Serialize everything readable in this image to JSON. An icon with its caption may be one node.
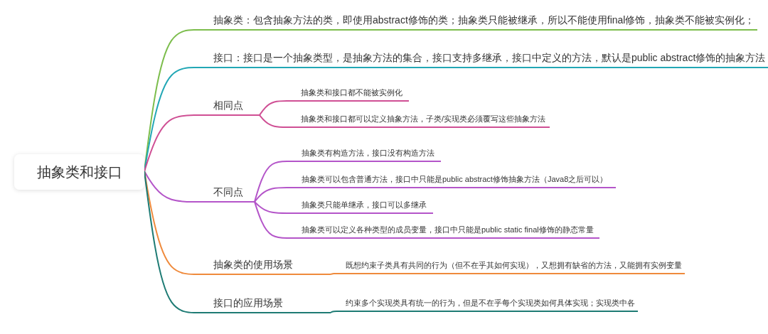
{
  "diagram": {
    "nodes": [
      {
        "text": [
          "抽象类和接口"
        ]
      },
      {
        "text": [
          "抽象类：包含抽象方法的类，即使用abstract修饰的类；抽象类只能被继承，所以不能使用final修饰，抽象类不能被实例化；"
        ]
      },
      {
        "text": [
          "接口：接口是一个抽象类型，是抽象方法的集合，接口支持多继承，接口中定义的方法，默认是public abstract修饰的抽象方法"
        ]
      },
      {
        "text": [
          "相同点"
        ]
      },
      {
        "text": [
          "抽象类和接口都不能被实例化"
        ]
      },
      {
        "text": [
          "抽象类和接口都可以定义抽象方法，子类/实现类必须覆写这些抽象方法"
        ]
      },
      {
        "text": [
          "不同点"
        ]
      },
      {
        "text": [
          "抽象类有构造方法，接口没有构造方法"
        ]
      },
      {
        "text": [
          "抽象类可以包含普通方法，接口中只能是public abstract修饰抽象方法（Java8之后可以）"
        ]
      },
      {
        "text": [
          "抽象类只能单继承，接口可以多继承"
        ]
      },
      {
        "text": [
          "抽象类可以定义各种类型的成员变量，接口中只能是public static final修饰的静态常量"
        ]
      },
      {
        "text": [
          "抽象类的使用场景"
        ]
      },
      {
        "text": [
          "既想约束子类具有共同的行为（但不在乎其如何实现），又想拥有缺省的方法，又能拥有实例变量"
        ]
      },
      {
        "text": [
          "接口的应用场景"
        ]
      },
      {
        "text": [
          "约束多个实现类具有统一的行为，但是不在乎每个实现类如何具体实现；实现类中各"
        ]
      }
    ],
    "edges": [
      {
        "from": 0,
        "to": 1,
        "arrow": "none",
        "color": "#7cbd4c"
      },
      {
        "from": 0,
        "to": 2,
        "arrow": "none",
        "color": "#22a7b5"
      },
      {
        "from": 0,
        "to": 3,
        "arrow": "none",
        "color": "#cf4f94"
      },
      {
        "from": 3,
        "to": 4,
        "arrow": "none",
        "color": "#cf4f94"
      },
      {
        "from": 3,
        "to": 5,
        "arrow": "none",
        "color": "#cf4f94"
      },
      {
        "from": 0,
        "to": 6,
        "arrow": "none"
      },
      {
        "from": 6,
        "to": 7,
        "arrow": "none"
      },
      {
        "from": 6,
        "to": 8,
        "arrow": "none"
      },
      {
        "from": 6,
        "to": 9,
        "arrow": "none"
      },
      {
        "from": 6,
        "to": 10,
        "arrow": "none"
      },
      {
        "from": 0,
        "to": 11,
        "arrow": "none",
        "color": "#ef8a3c"
      },
      {
        "from": 11,
        "to": 12,
        "arrow": "none",
        "color": "#ef8a3c"
      },
      {
        "from": 0,
        "to": 13,
        "arrow": "none",
        "color": "#1e7b74"
      },
      {
        "from": 13,
        "to": 14,
        "arrow": "none",
        "color": "#1e7b74"
      }
    ]
  }
}
